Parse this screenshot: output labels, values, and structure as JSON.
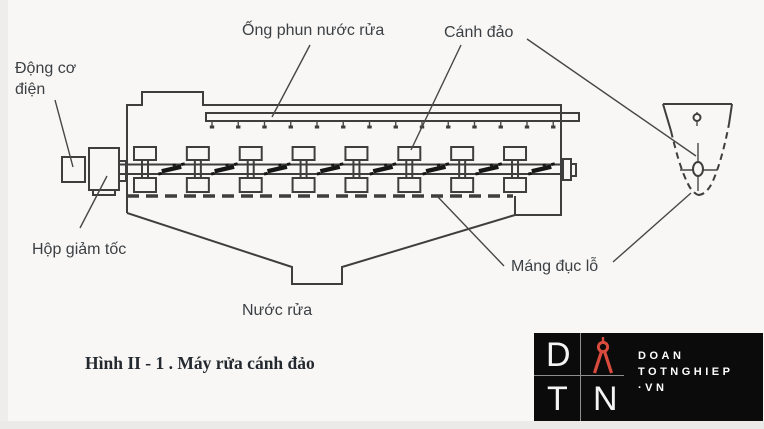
{
  "figure": {
    "labels": {
      "motor_line1": "Động cơ",
      "motor_line2": "điện",
      "spray_pipe": "Ống phun nước rửa",
      "paddle": "Cánh đảo",
      "gearbox": "Hộp giảm tốc",
      "wash_water": "Nước rửa",
      "perforated_trough": "Máng đục lỗ"
    },
    "caption": "Hình II - 1 . Máy rửa cánh đảo"
  },
  "diagram": {
    "line_color": "#3e3e3e",
    "paddle_columns": 8,
    "blade_count": 8,
    "nozzle_count": 14
  },
  "watermark": {
    "letter_d": "D",
    "letter_t": "T",
    "letter_n": "N",
    "compass_icon": "drafting-compass-icon",
    "line1": "DOAN",
    "line2": "TOTNGHIEP",
    "line3": "·VN",
    "colors": {
      "background": "#0b0b0b",
      "accent_red": "#d94b3c",
      "text": "#ffffff"
    }
  }
}
